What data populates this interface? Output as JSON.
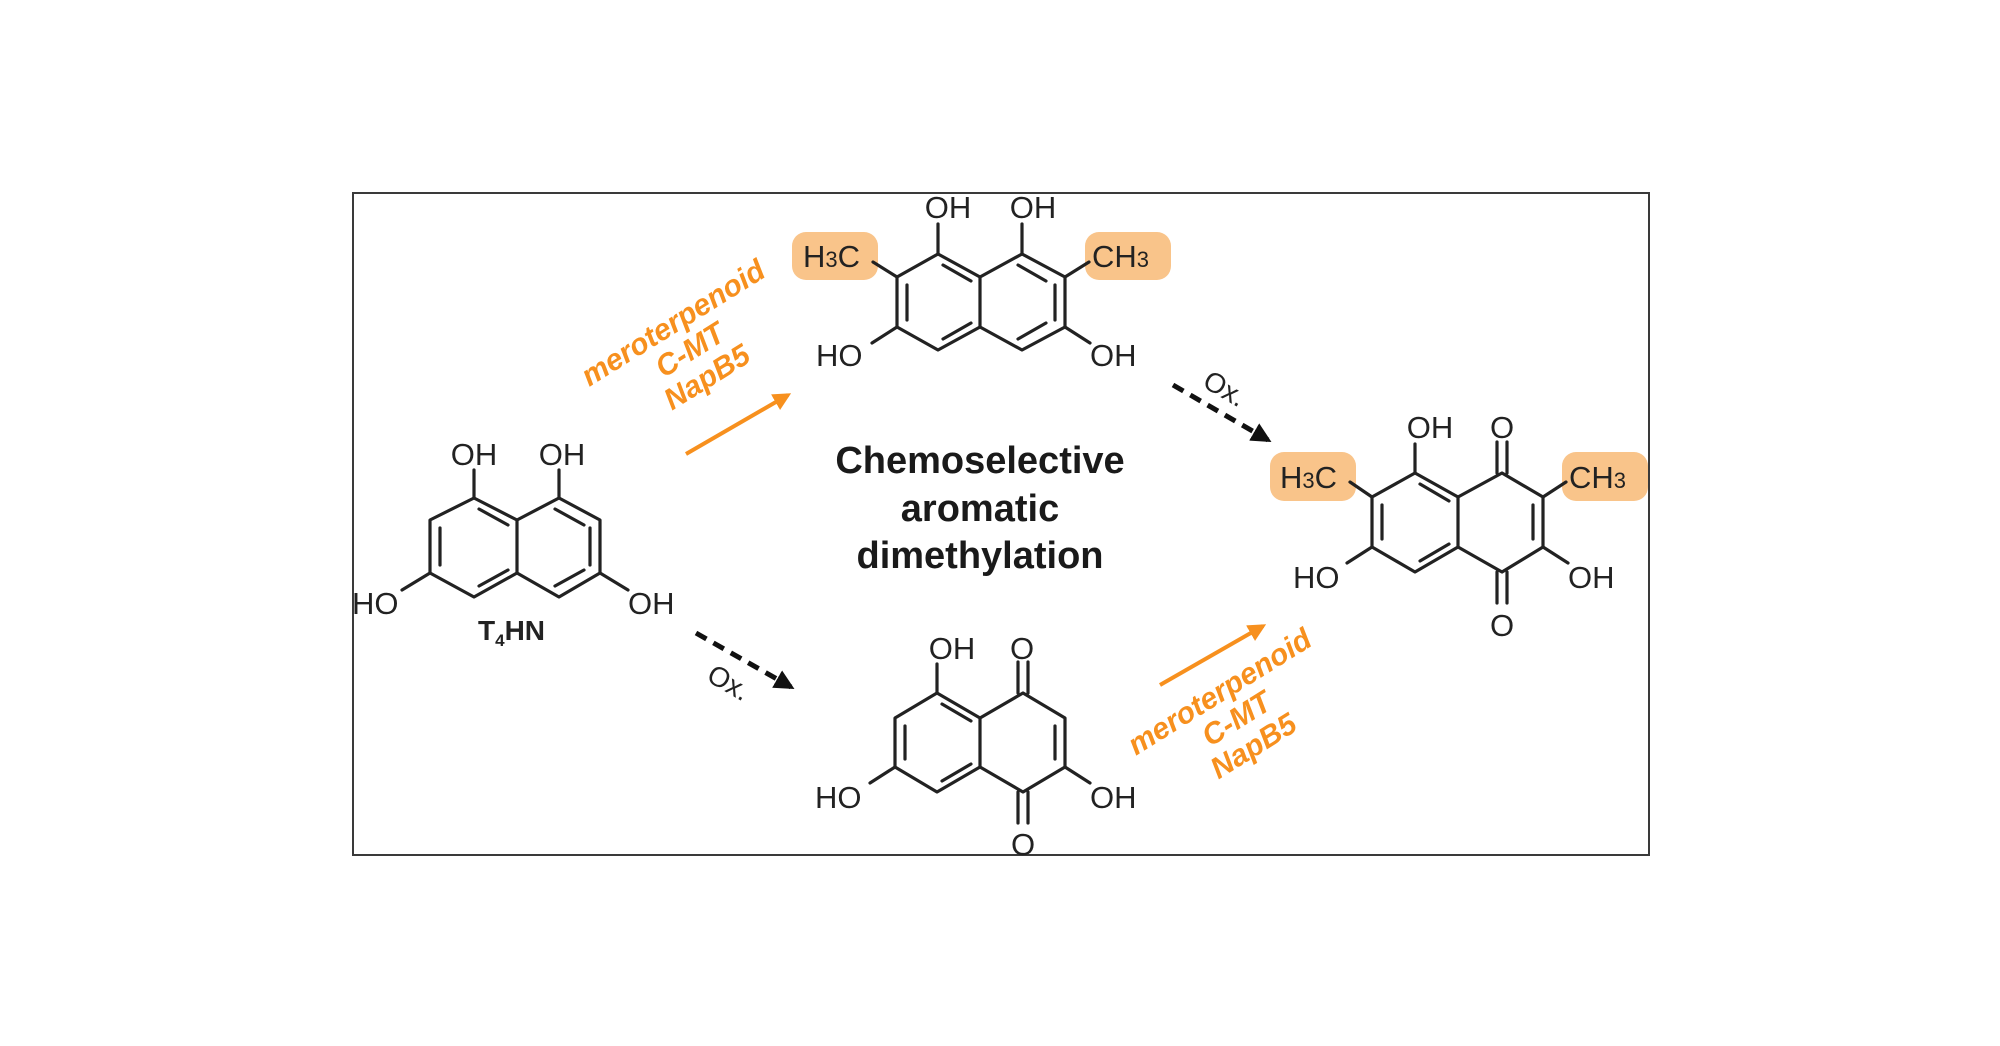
{
  "figure": {
    "title_lines": [
      "Chemoselective",
      "aromatic",
      "dimethylation"
    ],
    "colors": {
      "enzyme_text": "#F7901E",
      "methyl_highlight": "#F9C48A",
      "bonds": "#222222",
      "frame": "#3a3a3a"
    }
  },
  "compounds": {
    "t4hn": {
      "name_main": "T",
      "name_sub": "4",
      "name_rest": "HN",
      "substituents": {
        "oh_top_left": "OH",
        "oh_top_right": "OH",
        "ho_left": "HO",
        "oh_right": "OH"
      }
    },
    "dimethyl_t4hn": {
      "substituents": {
        "oh_top_left": "OH",
        "oh_top_right": "OH",
        "ho_left": "HO",
        "oh_right": "OH"
      },
      "methyl_left": {
        "main": "H",
        "sub": "3",
        "rest": "C"
      },
      "methyl_right": {
        "main": "CH",
        "sub": "3"
      }
    },
    "flaviolin": {
      "substituents": {
        "oh_top": "OH",
        "o_top": "O",
        "ho_left": "HO",
        "oh_right": "OH",
        "o_bottom": "O"
      }
    },
    "product": {
      "substituents": {
        "oh_top": "OH",
        "o_top": "O",
        "ho_left": "HO",
        "oh_right": "OH",
        "o_bottom": "O"
      },
      "methyl_left": {
        "main": "H",
        "sub": "3",
        "rest": "C"
      },
      "methyl_right": {
        "main": "CH",
        "sub": "3"
      }
    }
  },
  "reactions": {
    "upper_enzymatic": {
      "lines": [
        "meroterpenoid",
        "C-MT",
        "NapB5"
      ],
      "type": "enzymatic"
    },
    "lower_enzymatic": {
      "lines": [
        "meroterpenoid",
        "C-MT",
        "NapB5"
      ],
      "type": "enzymatic"
    },
    "upper_oxidation": {
      "label": "Ox.",
      "type": "spontaneous"
    },
    "lower_oxidation": {
      "label": "Ox.",
      "type": "spontaneous"
    }
  }
}
